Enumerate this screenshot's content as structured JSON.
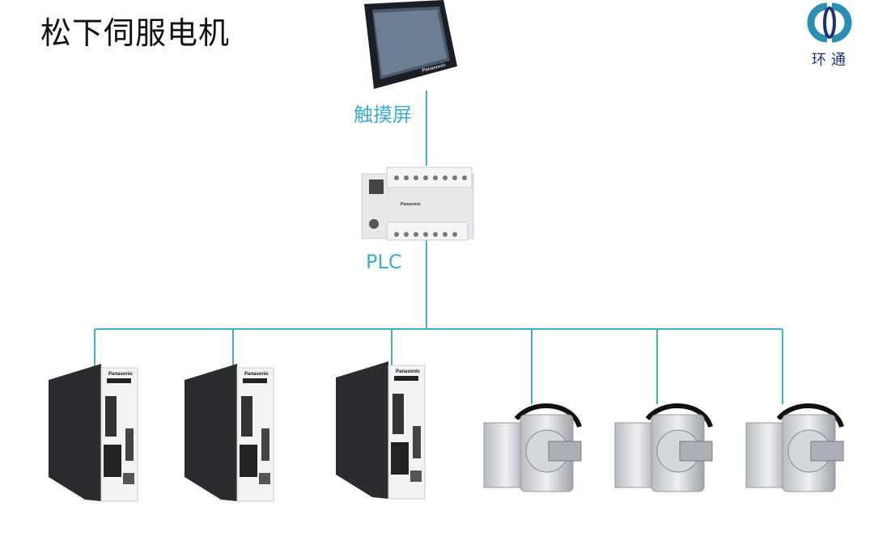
{
  "title": "松下伺服电机",
  "logo": {
    "text": "环通"
  },
  "nodes": {
    "hmi": {
      "label": "触摸屏",
      "brand": "Panasonic"
    },
    "plc": {
      "label": "PLC",
      "brand": "Panasonic"
    },
    "drivers": [
      {
        "brand": "Panasonic"
      },
      {
        "brand": "Panasonic"
      },
      {
        "brand": "Panasonic"
      }
    ],
    "motors": [
      {},
      {},
      {}
    ]
  },
  "colors": {
    "connector": "#3fb0d0",
    "logo_teal": "#2a8fb0",
    "logo_navy": "#1f2f7a",
    "label": "#3aaed0"
  }
}
